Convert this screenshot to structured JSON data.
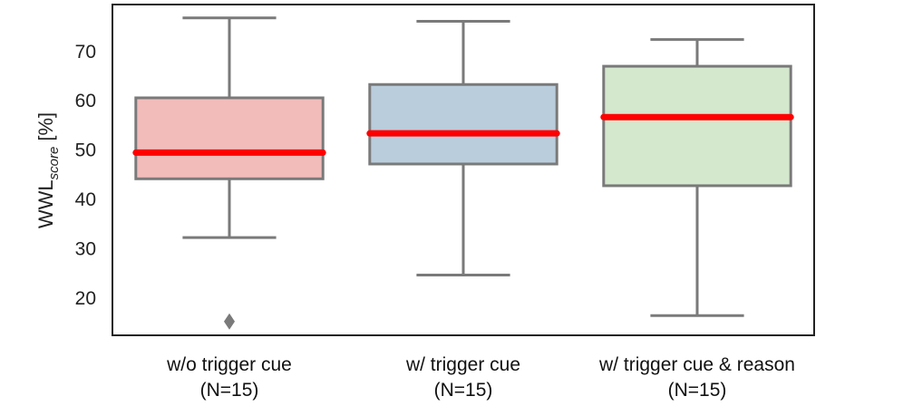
{
  "chart_data": {
    "type": "box",
    "ylabel": {
      "main": "WWL",
      "subscript": "score",
      "unit": "[%]"
    },
    "ylim": [
      12.5,
      79.5
    ],
    "yticks": [
      20,
      30,
      40,
      50,
      60,
      70
    ],
    "grid": false,
    "categories": [
      {
        "line1": "w/o trigger cue",
        "line2": "(N=15)"
      },
      {
        "line1": "w/ trigger cue",
        "line2": "(N=15)"
      },
      {
        "line1": "w/ trigger cue & reason",
        "line2": "(N=15)"
      }
    ],
    "boxes": [
      {
        "whisker_low": 32.3,
        "q1": 44.2,
        "median": 49.5,
        "q3": 60.6,
        "whisker_high": 76.8,
        "outliers": [
          15.3
        ],
        "color": "#f2bcbb"
      },
      {
        "whisker_low": 24.7,
        "q1": 47.2,
        "median": 53.4,
        "q3": 63.3,
        "whisker_high": 76.1,
        "outliers": [],
        "color": "#b9cddd"
      },
      {
        "whisker_low": 16.5,
        "q1": 42.8,
        "median": 56.7,
        "q3": 67.0,
        "whisker_high": 72.4,
        "outliers": [],
        "color": "#d3e8cd"
      }
    ],
    "median_color": "#ff0000",
    "line_color": "#7a7a7a"
  }
}
